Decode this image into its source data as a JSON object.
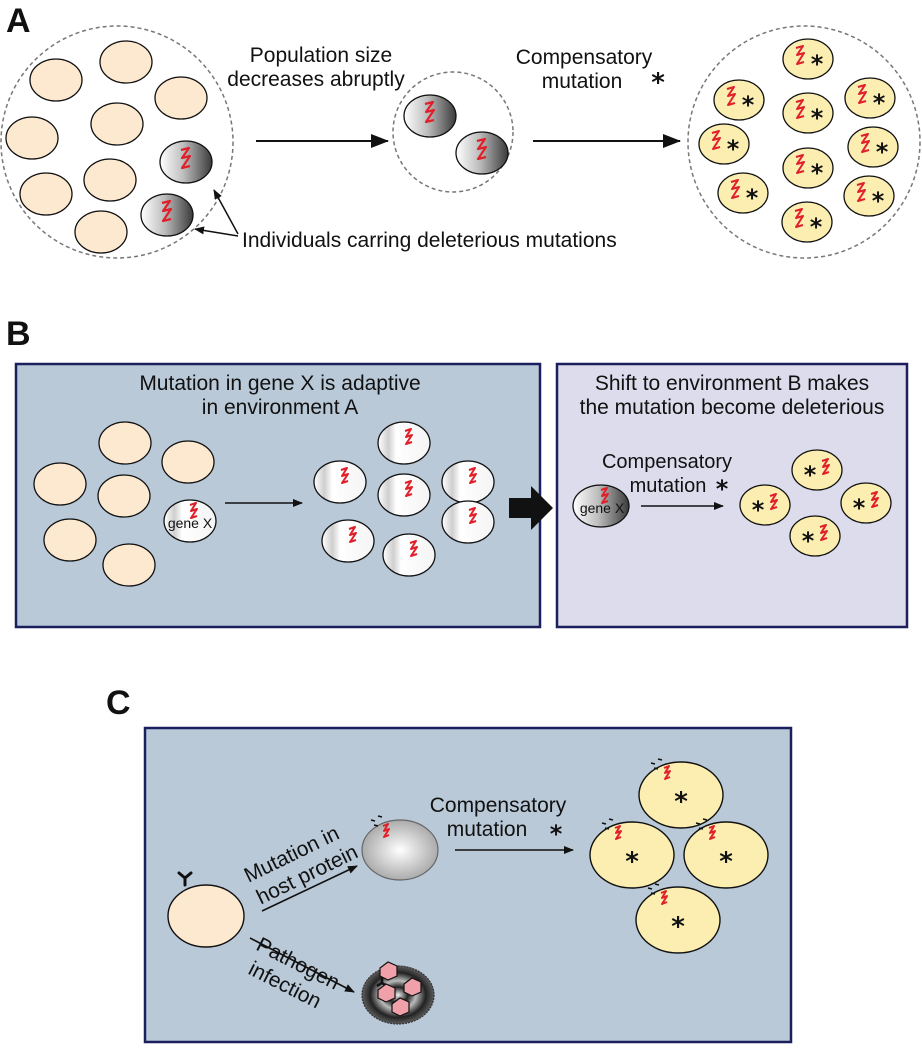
{
  "panel_a": {
    "letter": "A",
    "arrow1_label_line1": "Population size",
    "arrow1_label_line2": "decreases abruptly",
    "arrow2_label_line1": "Compensatory",
    "arrow2_label_line2": "mutation",
    "deleterious_label": "Individuals carring deleterious mutations"
  },
  "panel_b": {
    "letter": "B",
    "left_title_line1": "Mutation in gene X is adaptive",
    "left_title_line2": "in environment A",
    "gene_label": "gene X",
    "right_title_line1": "Shift to environment B makes",
    "right_title_line2": "the mutation become deleterious",
    "comp_line1": "Compensatory",
    "comp_line2": "mutation",
    "gene_label_right": "gene X"
  },
  "panel_c": {
    "letter": "C",
    "arrow_up_line1": "Mutation in",
    "arrow_up_line2": "host protein",
    "arrow_down_line1": "Pathogen",
    "arrow_down_line2": "infection",
    "comp_line1": "Compensatory",
    "comp_line2": "mutation"
  },
  "colors": {
    "cell_peach": "#fde9d0",
    "cell_yellow": "#fbeeb0",
    "mutation_red": "#e0202a",
    "panel_b_left_bg": "#b9c9d8",
    "panel_b_right_bg": "#dcdcec",
    "panel_c_bg": "#b9c9d8",
    "panel_border": "#1b1f5c",
    "pathogen_pink": "#f0a0a8"
  }
}
